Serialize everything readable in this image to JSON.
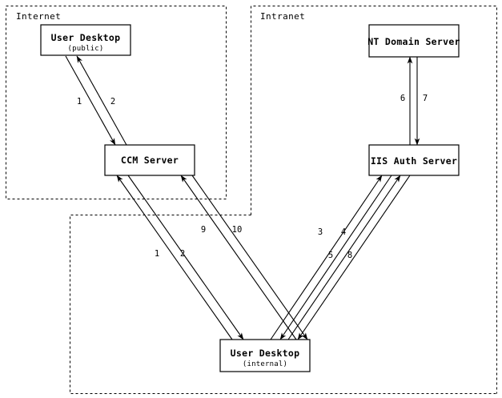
{
  "diagram": {
    "title_zones": [
      {
        "id": "internet",
        "label": "Internet"
      },
      {
        "id": "intranet",
        "label": "Intranet"
      }
    ],
    "nodes": [
      {
        "id": "user-desktop-public",
        "title": "User Desktop",
        "subtitle": "(public)"
      },
      {
        "id": "ccm-server",
        "title": "CCM Server",
        "subtitle": ""
      },
      {
        "id": "nt-domain-server",
        "title": "NT Domain Server",
        "subtitle": ""
      },
      {
        "id": "iis-auth-server",
        "title": "IIS Auth Server",
        "subtitle": ""
      },
      {
        "id": "user-desktop-internal",
        "title": "User Desktop",
        "subtitle": "(internal)"
      }
    ],
    "steps": [
      {
        "id": "step-1-public",
        "label": "1"
      },
      {
        "id": "step-2-public",
        "label": "2"
      },
      {
        "id": "step-6",
        "label": "6"
      },
      {
        "id": "step-7",
        "label": "7"
      },
      {
        "id": "step-9",
        "label": "9"
      },
      {
        "id": "step-10",
        "label": "10"
      },
      {
        "id": "step-1-internal",
        "label": "1"
      },
      {
        "id": "step-2-internal",
        "label": "2"
      },
      {
        "id": "step-3",
        "label": "3"
      },
      {
        "id": "step-4",
        "label": "4"
      },
      {
        "id": "step-5",
        "label": "5"
      },
      {
        "id": "step-8",
        "label": "8"
      }
    ],
    "colors": {
      "stroke": "#000000",
      "background": "#ffffff"
    }
  }
}
